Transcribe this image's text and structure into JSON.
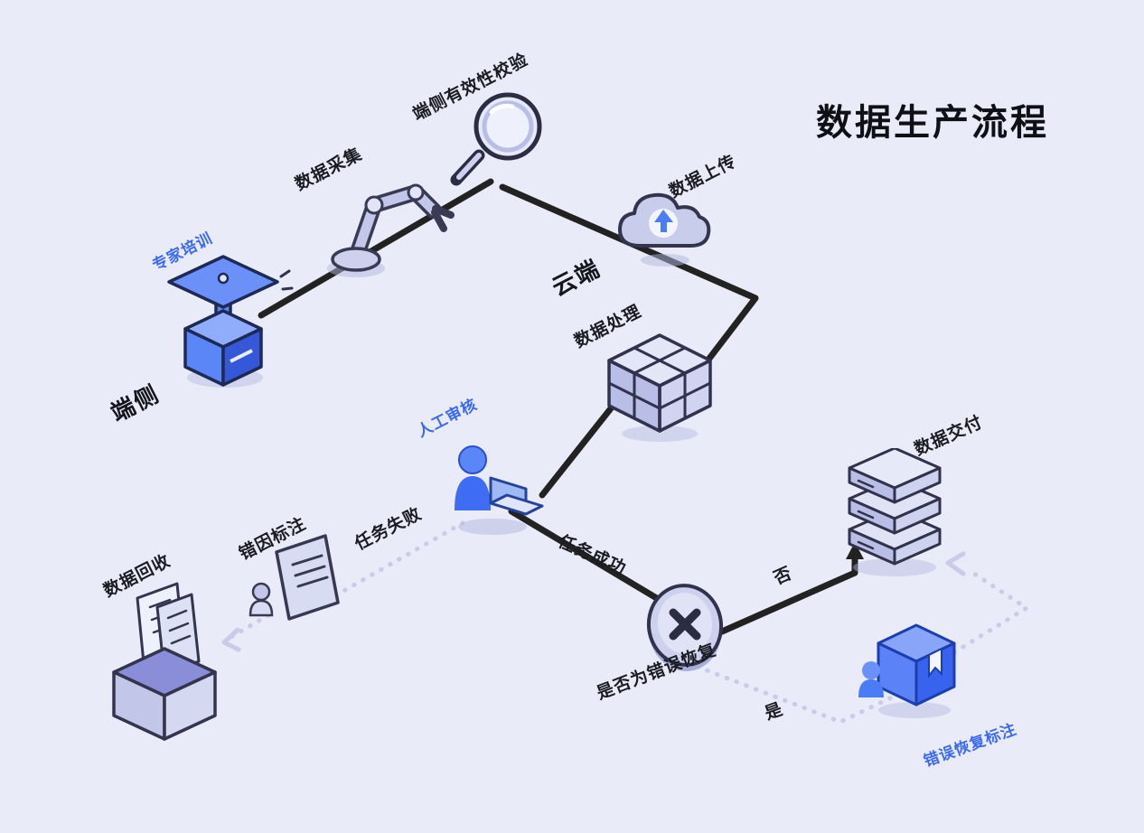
{
  "title": "数据生产流程",
  "colors": {
    "background": "#e9ebf9",
    "accent_blue": "#3b6af2",
    "text_dark": "#1b1b22",
    "flow_line": "#222222",
    "dotted_line": "#c9cbe9",
    "icon_lavender": "#c9cdec"
  },
  "zones": {
    "device_side": "端侧",
    "cloud_side": "云端"
  },
  "labels": {
    "device_validity": "端侧有效性校验",
    "data_collection": "数据采集",
    "data_upload": "数据上传",
    "expert_training": "专家培训",
    "device_side": "端侧",
    "cloud_side": "云端",
    "data_processing": "数据处理",
    "manual_review": "人工审核",
    "task_failed": "任务失败",
    "error_cause_annotation": "错因标注",
    "data_recycle": "数据回收",
    "task_success": "任务成功",
    "decision_question": "是否为错误恢复",
    "branch_no": "否",
    "data_delivery": "数据交付",
    "branch_yes": "是",
    "error_recovery_annotation": "错误恢复标注"
  },
  "icons": {
    "expert_training": "graduation-cap-icon",
    "data_collection": "robot-arm-icon",
    "device_validity": "magnifier-icon",
    "data_upload": "cloud-upload-icon",
    "data_processing": "cube-icon",
    "manual_review": "person-laptop-icon",
    "error_cause_annotation": "annotated-document-icon",
    "data_recycle": "recycle-box-icon",
    "decision": "decision-disk-x-icon",
    "data_delivery": "server-stack-icon",
    "error_recovery_annotation": "recovery-book-icon"
  },
  "edges": [
    {
      "from": "expert_training",
      "to": "data_collection",
      "type": "solid"
    },
    {
      "from": "data_collection",
      "to": "device_validity",
      "type": "solid"
    },
    {
      "from": "device_validity",
      "to": "data_upload",
      "type": "solid"
    },
    {
      "from": "data_upload",
      "to": "data_processing",
      "type": "solid"
    },
    {
      "from": "data_processing",
      "to": "manual_review",
      "type": "solid"
    },
    {
      "from": "manual_review",
      "to": "decision",
      "type": "solid",
      "label": "任务成功"
    },
    {
      "from": "decision",
      "to": "data_delivery",
      "type": "solid",
      "label": "否"
    },
    {
      "from": "manual_review",
      "to": "error_cause_annotation",
      "type": "dotted",
      "label": "任务失败"
    },
    {
      "from": "error_cause_annotation",
      "to": "data_recycle",
      "type": "dotted"
    },
    {
      "from": "decision",
      "to": "error_recovery_annotation",
      "type": "dotted",
      "label": "是"
    },
    {
      "from": "error_recovery_annotation",
      "to": "data_delivery",
      "type": "dotted"
    }
  ]
}
